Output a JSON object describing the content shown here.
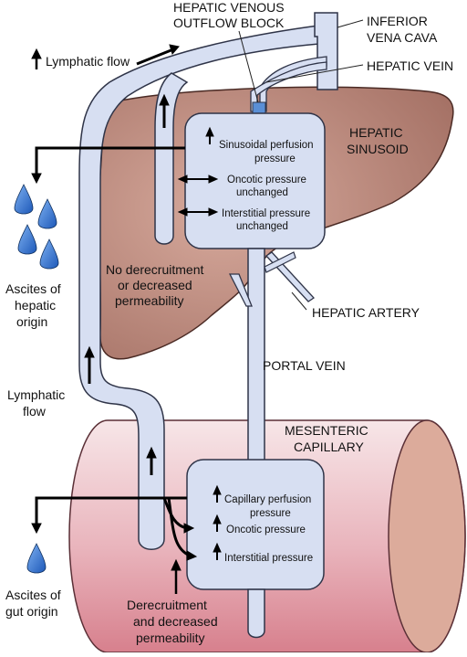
{
  "labels": {
    "hepatic_venous_outflow_block": [
      "HEPATIC VENOUS",
      "OUTFLOW BLOCK"
    ],
    "inferior_vena_cava": [
      "INFERIOR",
      "VENA CAVA"
    ],
    "hepatic_vein": "HEPATIC VEIN",
    "lymphatic_flow_top": "Lymphatic flow",
    "hepatic_sinusoid": [
      "HEPATIC",
      "SINUSOID"
    ],
    "sinusoidal_perfusion": [
      "Sinusoidal perfusion",
      "pressure"
    ],
    "oncotic_unchanged": [
      "Oncotic pressure",
      "unchanged"
    ],
    "interstitial_unchanged": [
      "Interstitial pressure",
      "unchanged"
    ],
    "no_derecruitment": [
      "No derecruitment",
      "or decreased",
      "permeability"
    ],
    "ascites_hepatic": [
      "Ascites of",
      "hepatic",
      "origin"
    ],
    "hepatic_artery": "HEPATIC ARTERY",
    "portal_vein": "PORTAL VEIN",
    "lymphatic_flow_left": [
      "Lymphatic",
      "flow"
    ],
    "mesenteric_capillary": [
      "MESENTERIC",
      "CAPILLARY"
    ],
    "capillary_perfusion": [
      "Capillary perfusion",
      "pressure"
    ],
    "oncotic": "Oncotic pressure",
    "interstitial": "Interstitial pressure",
    "derecruitment": [
      "Derecruitment",
      "and decreased",
      "permeability"
    ],
    "ascites_gut": [
      "Ascites of",
      "gut origin"
    ]
  },
  "colors": {
    "liver": "#a9756a",
    "liver_light": "#cfa296",
    "vessel": "#d7dff2",
    "vessel_stroke": "#3a3f55",
    "cylinder_top": "#f6e3e6",
    "cylinder_bottom": "#d98a96",
    "cylinder_end": "#d8a494",
    "droplet": "#2b6fd0",
    "block": "#5a8fd6"
  }
}
